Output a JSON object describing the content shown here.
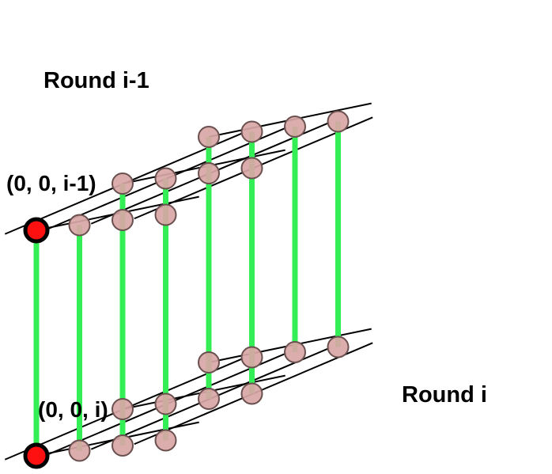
{
  "labels": {
    "round_prev": "Round i-1",
    "round_cur": "Round i",
    "origin_prev": "(0, 0, i-1)",
    "origin_cur": "(0, 0, i)"
  },
  "colors": {
    "background": "#ffffff",
    "grid_line": "#000000",
    "vertical_link": "#33ee55",
    "node_fill": "#d8a6a6",
    "node_stroke": "#6b5050",
    "origin_fill": "#ff1010",
    "origin_stroke": "#000000"
  },
  "diagram": {
    "layers": 2,
    "grid_rows": 3,
    "grid_cols": 4,
    "origin_row": 0,
    "origin_col": 0
  }
}
